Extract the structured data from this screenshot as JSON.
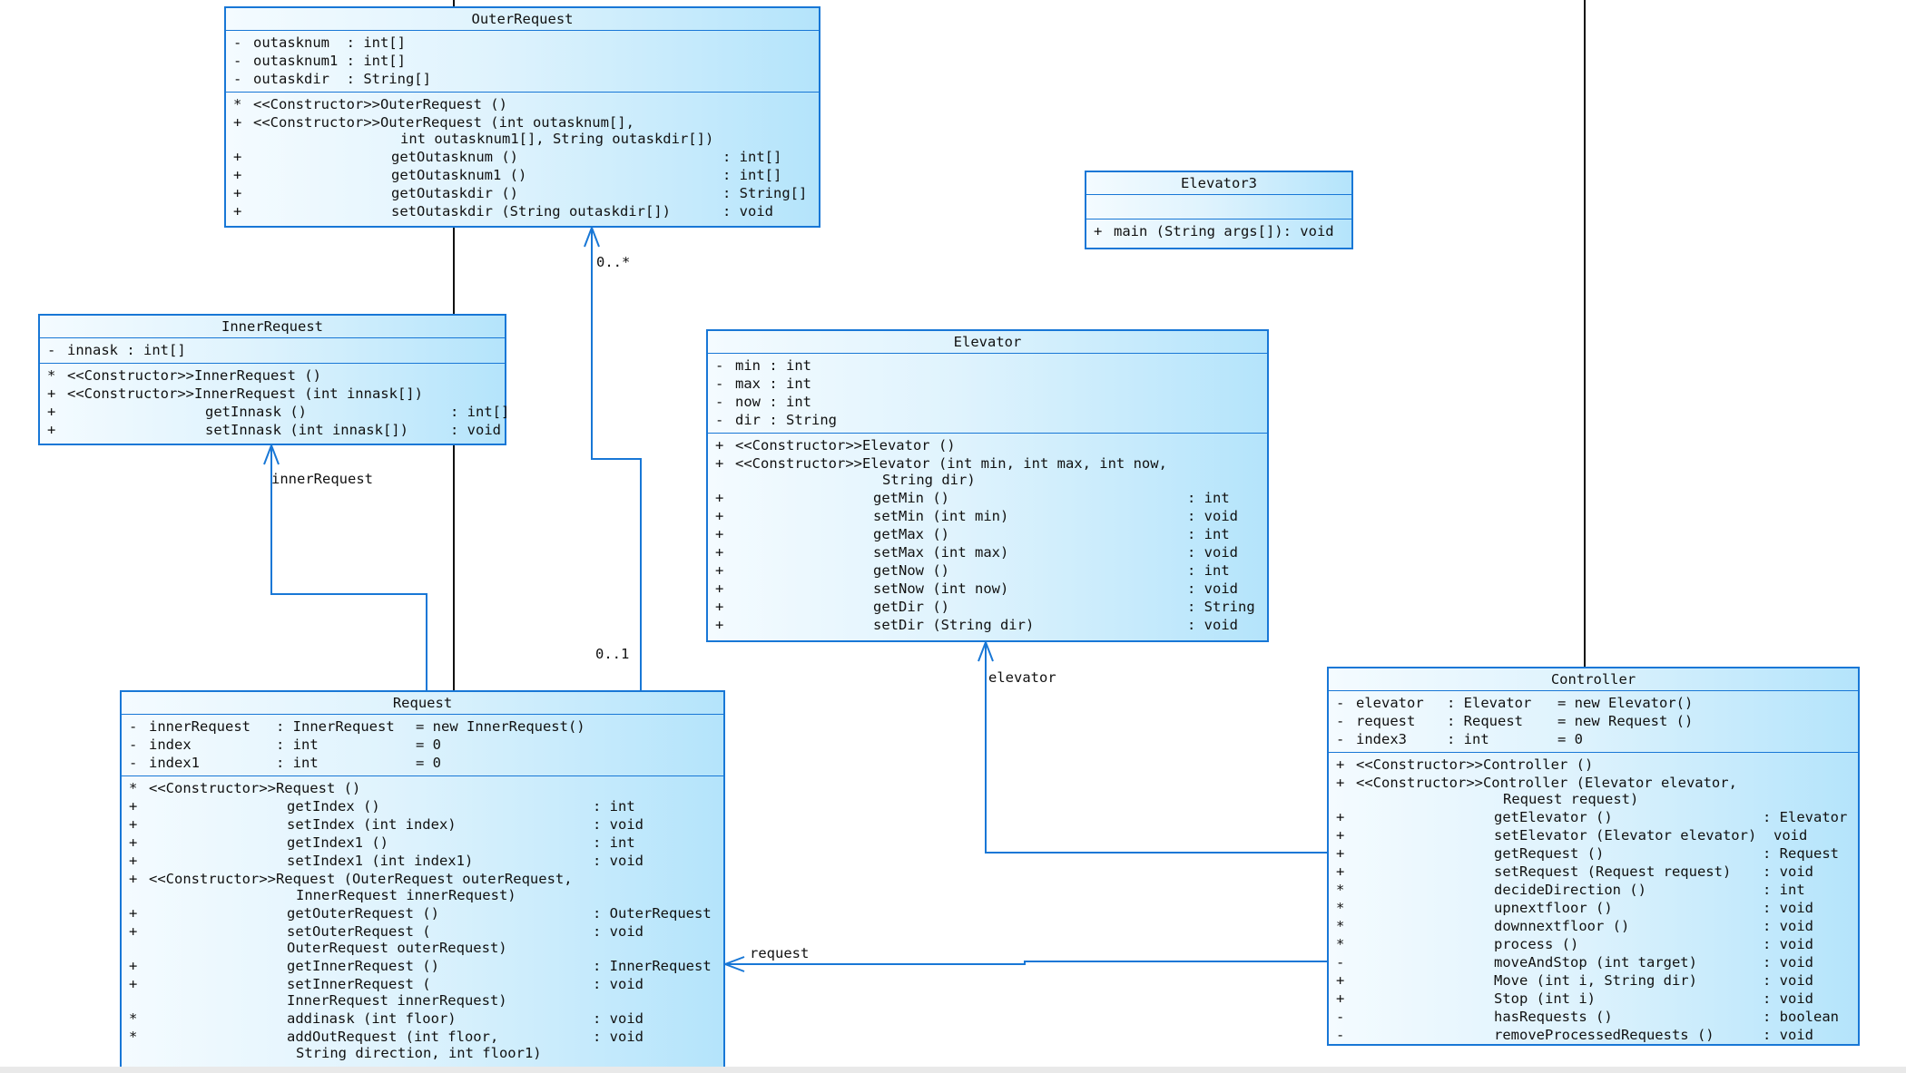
{
  "diagram": {
    "classes": [
      {
        "id": "outer-request",
        "name": "OuterRequest",
        "attributes": [
          {
            "vis": "-",
            "text": "outasknum  : int[]"
          },
          {
            "vis": "-",
            "text": "outasknum1 : int[]"
          },
          {
            "vis": "-",
            "text": "outaskdir  : String[]"
          }
        ],
        "operations": [
          {
            "vis": "*",
            "text": "<<Constructor>>OuterRequest ()"
          },
          {
            "vis": "+",
            "text": "<<Constructor>>OuterRequest (int outasknum[],"
          },
          {
            "vis": "",
            "text": "int outasknum1[], String outaskdir[])"
          },
          {
            "vis": "+",
            "text": "getOutasknum ()",
            "ret": ": int[]"
          },
          {
            "vis": "+",
            "text": "getOutasknum1 ()",
            "ret": ": int[]"
          },
          {
            "vis": "+",
            "text": "getOutaskdir ()",
            "ret": ": String[]"
          },
          {
            "vis": "+",
            "text": "setOutaskdir (String outaskdir[])",
            "ret": ": void"
          }
        ]
      },
      {
        "id": "elevator3",
        "name": "Elevator3",
        "attributes": [],
        "operations": [
          {
            "vis": "+",
            "text": "main (String args[]): void"
          }
        ]
      },
      {
        "id": "inner-request",
        "name": "InnerRequest",
        "attributes": [
          {
            "vis": "-",
            "text": "innask : int[]"
          }
        ],
        "operations": [
          {
            "vis": "*",
            "text": "<<Constructor>>InnerRequest ()"
          },
          {
            "vis": "+",
            "text": "<<Constructor>>InnerRequest (int innask[])"
          },
          {
            "vis": "+",
            "text": "getInnask ()",
            "ret": ": int[]"
          },
          {
            "vis": "+",
            "text": "setInnask (int innask[])",
            "ret": ": void"
          }
        ]
      },
      {
        "id": "elevator",
        "name": "Elevator",
        "attributes": [
          {
            "vis": "-",
            "text": "min : int"
          },
          {
            "vis": "-",
            "text": "max : int"
          },
          {
            "vis": "-",
            "text": "now : int"
          },
          {
            "vis": "-",
            "text": "dir : String"
          }
        ],
        "operations": [
          {
            "vis": "+",
            "text": "<<Constructor>>Elevator ()"
          },
          {
            "vis": "+",
            "text": "<<Constructor>>Elevator (int min, int max, int now,"
          },
          {
            "vis": "",
            "text": "String dir)"
          },
          {
            "vis": "+",
            "text": "getMin ()",
            "ret": ": int"
          },
          {
            "vis": "+",
            "text": "setMin (int min)",
            "ret": ": void"
          },
          {
            "vis": "+",
            "text": "getMax ()",
            "ret": ": int"
          },
          {
            "vis": "+",
            "text": "setMax (int max)",
            "ret": ": void"
          },
          {
            "vis": "+",
            "text": "getNow ()",
            "ret": ": int"
          },
          {
            "vis": "+",
            "text": "setNow (int now)",
            "ret": ": void"
          },
          {
            "vis": "+",
            "text": "getDir ()",
            "ret": ": String"
          },
          {
            "vis": "+",
            "text": "setDir (String dir)",
            "ret": ": void"
          }
        ]
      },
      {
        "id": "request",
        "name": "Request",
        "attributes": [
          {
            "vis": "-",
            "text": "innerRequest",
            "type": ": InnerRequest",
            "init": "= new InnerRequest()"
          },
          {
            "vis": "-",
            "text": "index",
            "type": ": int",
            "init": "= 0"
          },
          {
            "vis": "-",
            "text": "index1",
            "type": ": int",
            "init": "= 0"
          }
        ],
        "operations": [
          {
            "vis": "*",
            "text": "<<Constructor>>Request ()"
          },
          {
            "vis": "+",
            "text": "getIndex ()",
            "ret": ": int"
          },
          {
            "vis": "+",
            "text": "setIndex (int index)",
            "ret": ": void"
          },
          {
            "vis": "+",
            "text": "getIndex1 ()",
            "ret": ": int"
          },
          {
            "vis": "+",
            "text": "setIndex1 (int index1)",
            "ret": ": void"
          },
          {
            "vis": "+",
            "text": "<<Constructor>>Request (OuterRequest outerRequest,"
          },
          {
            "vis": "",
            "text": "InnerRequest innerRequest)"
          },
          {
            "vis": "+",
            "text": "getOuterRequest ()",
            "ret": ": OuterRequest"
          },
          {
            "vis": "+",
            "text": "setOuterRequest (",
            "ret": ": void"
          },
          {
            "vis": "",
            "text": "OuterRequest outerRequest)"
          },
          {
            "vis": "+",
            "text": "getInnerRequest ()",
            "ret": ": InnerRequest"
          },
          {
            "vis": "+",
            "text": "setInnerRequest (",
            "ret": ": void"
          },
          {
            "vis": "",
            "text": "InnerRequest innerRequest)"
          },
          {
            "vis": "*",
            "text": "addinask (int floor)",
            "ret": ": void"
          },
          {
            "vis": "*",
            "text": "addOutRequest (int floor,",
            "ret": ": void"
          },
          {
            "vis": "",
            "text": "String direction, int floor1)"
          }
        ]
      },
      {
        "id": "controller",
        "name": "Controller",
        "attributes": [
          {
            "vis": "-",
            "text": "elevator",
            "type": ": Elevator",
            "init": "= new Elevator()"
          },
          {
            "vis": "-",
            "text": "request",
            "type": ": Request",
            "init": "= new Request ()"
          },
          {
            "vis": "-",
            "text": "index3",
            "type": ": int",
            "init": "= 0"
          }
        ],
        "operations": [
          {
            "vis": "+",
            "text": "<<Constructor>>Controller ()"
          },
          {
            "vis": "+",
            "text": "<<Constructor>>Controller (Elevator elevator,"
          },
          {
            "vis": "",
            "text": "Request request)"
          },
          {
            "vis": "+",
            "text": "getElevator ()",
            "ret": ": Elevator"
          },
          {
            "vis": "+",
            "text": "setElevator (Elevator elevator)",
            "ret": "void"
          },
          {
            "vis": "+",
            "text": "getRequest ()",
            "ret": ": Request"
          },
          {
            "vis": "+",
            "text": "setRequest (Request request)",
            "ret": ": void"
          },
          {
            "vis": "*",
            "text": "decideDirection ()",
            "ret": ": int"
          },
          {
            "vis": "*",
            "text": "upnextfloor ()",
            "ret": ": void"
          },
          {
            "vis": "*",
            "text": "downnextfloor ()",
            "ret": ": void"
          },
          {
            "vis": "*",
            "text": "process ()",
            "ret": ": void"
          },
          {
            "vis": "-",
            "text": "moveAndStop (int target)",
            "ret": ": void"
          },
          {
            "vis": "+",
            "text": "Move (int i, String dir)",
            "ret": ": void"
          },
          {
            "vis": "+",
            "text": "Stop (int i)",
            "ret": ": void"
          },
          {
            "vis": "-",
            "text": "hasRequests ()",
            "ret": ": boolean"
          },
          {
            "vis": "-",
            "text": "removeProcessedRequests ()",
            "ret": ": void"
          }
        ]
      }
    ],
    "associations": [
      {
        "id": "request-to-outer-request",
        "from": "Request",
        "to": "OuterRequest",
        "multiplicity_target": "0..*",
        "multiplicity_source": "0..1"
      },
      {
        "id": "request-to-inner-request",
        "from": "Request",
        "to": "InnerRequest",
        "role": "innerRequest"
      },
      {
        "id": "controller-to-elevator",
        "from": "Controller",
        "to": "Elevator",
        "role": "elevator"
      },
      {
        "id": "controller-to-request",
        "from": "Controller",
        "to": "Request",
        "role": "request"
      }
    ],
    "colors": {
      "border": "#1877d6",
      "fill_start": "#f4fbff",
      "fill_end": "#b4e4fb",
      "wire": "#1877d6",
      "lifeline": "#111111"
    }
  }
}
